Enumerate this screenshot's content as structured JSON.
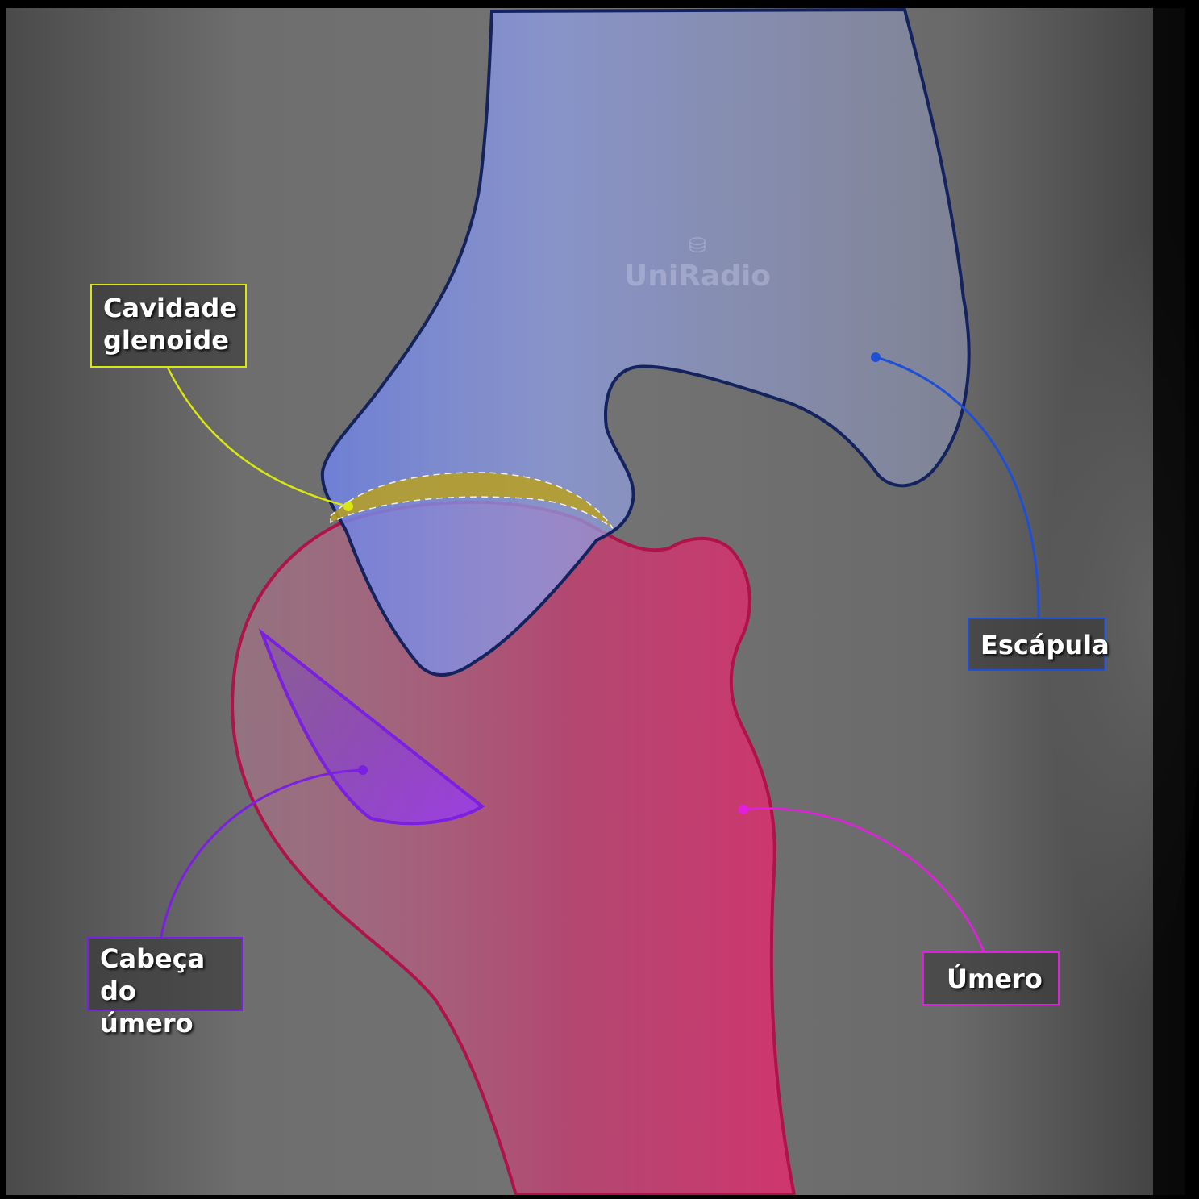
{
  "image": {
    "kind": "annotated shoulder radiograph",
    "palette": {
      "background": "#000000",
      "xray_gray": "#6b6b6b",
      "scapula_fill": "#7f8fe0",
      "scapula_outline": "#14235e",
      "humerus_fill": "#d8306e",
      "humerus_outline": "#b0124a",
      "humeral_head_fill": "#8a3cf0",
      "glenoid_fill": "#b8a020"
    }
  },
  "watermark": {
    "text": "UniRadio",
    "icon": "shield-logo-icon"
  },
  "labels": {
    "glenoid": {
      "line1": "Cavidade",
      "line2": "glenoide",
      "color": "#d9e60f"
    },
    "escapula": {
      "text": "Escápula",
      "color": "#1f4fd6"
    },
    "cabeca": {
      "line1": "Cabeça do",
      "line2": "úmero",
      "color": "#7b1fe0"
    },
    "umero": {
      "text": "Úmero",
      "color": "#e31ee0"
    }
  }
}
